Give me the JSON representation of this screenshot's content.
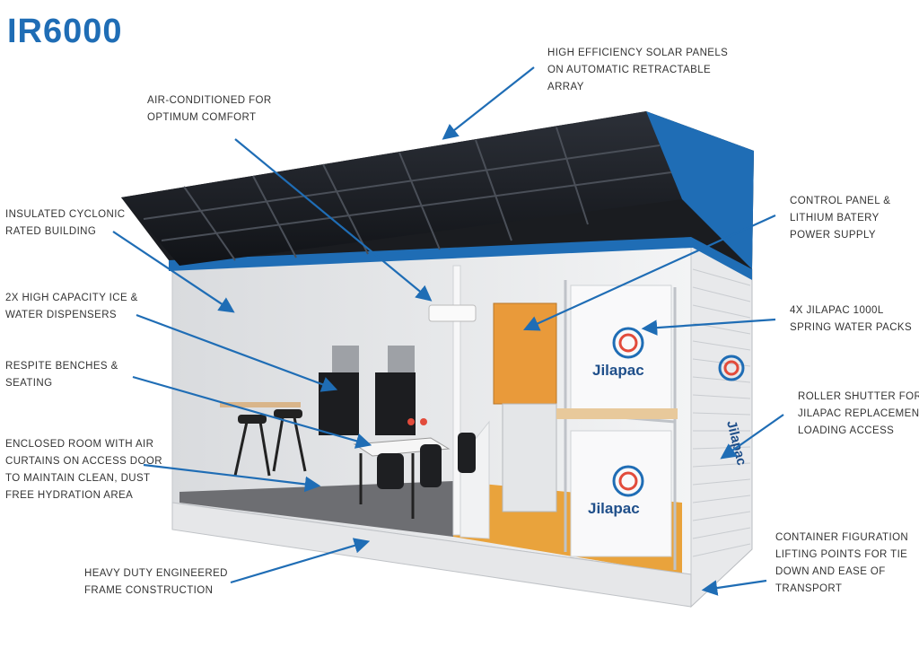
{
  "title": "IR6000",
  "brand": "Jilapac",
  "accent_color": "#1f6db5",
  "callouts": [
    {
      "id": "solar",
      "text": "HIGH EFFICIENCY SOLAR PANELS\nON AUTOMATIC RETRACTABLE\nARRAY"
    },
    {
      "id": "aircon",
      "text": "AIR-CONDITIONED FOR\nOPTIMUM COMFORT"
    },
    {
      "id": "insulated",
      "text": "INSULATED CYCLONIC\nRATED BUILDING"
    },
    {
      "id": "control",
      "text": "CONTROL PANEL &\nLITHIUM BATERY\nPOWER SUPPLY"
    },
    {
      "id": "ice",
      "text": "2X HIGH CAPACITY ICE &\nWATER DISPENSERS"
    },
    {
      "id": "packs",
      "text": "4X JILAPAC 1000L\nSPRING WATER PACKS"
    },
    {
      "id": "benches",
      "text": "RESPITE BENCHES &\nSEATING"
    },
    {
      "id": "shutter",
      "text": "ROLLER SHUTTER FOR\nJILAPAC REPLACEMENT\nLOADING ACCESS"
    },
    {
      "id": "enclosed",
      "text": "ENCLOSED ROOM WITH AIR\nCURTAINS ON ACCESS DOOR\nTO MAINTAIN CLEAN, DUST\nFREE HYDRATION AREA"
    },
    {
      "id": "frame",
      "text": "HEAVY DUTY ENGINEERED\nFRAME CONSTRUCTION"
    },
    {
      "id": "lifting",
      "text": "CONTAINER FIGURATION\nLIFTING POINTS FOR TIE\nDOWN AND EASE OF\nTRANSPORT"
    }
  ]
}
